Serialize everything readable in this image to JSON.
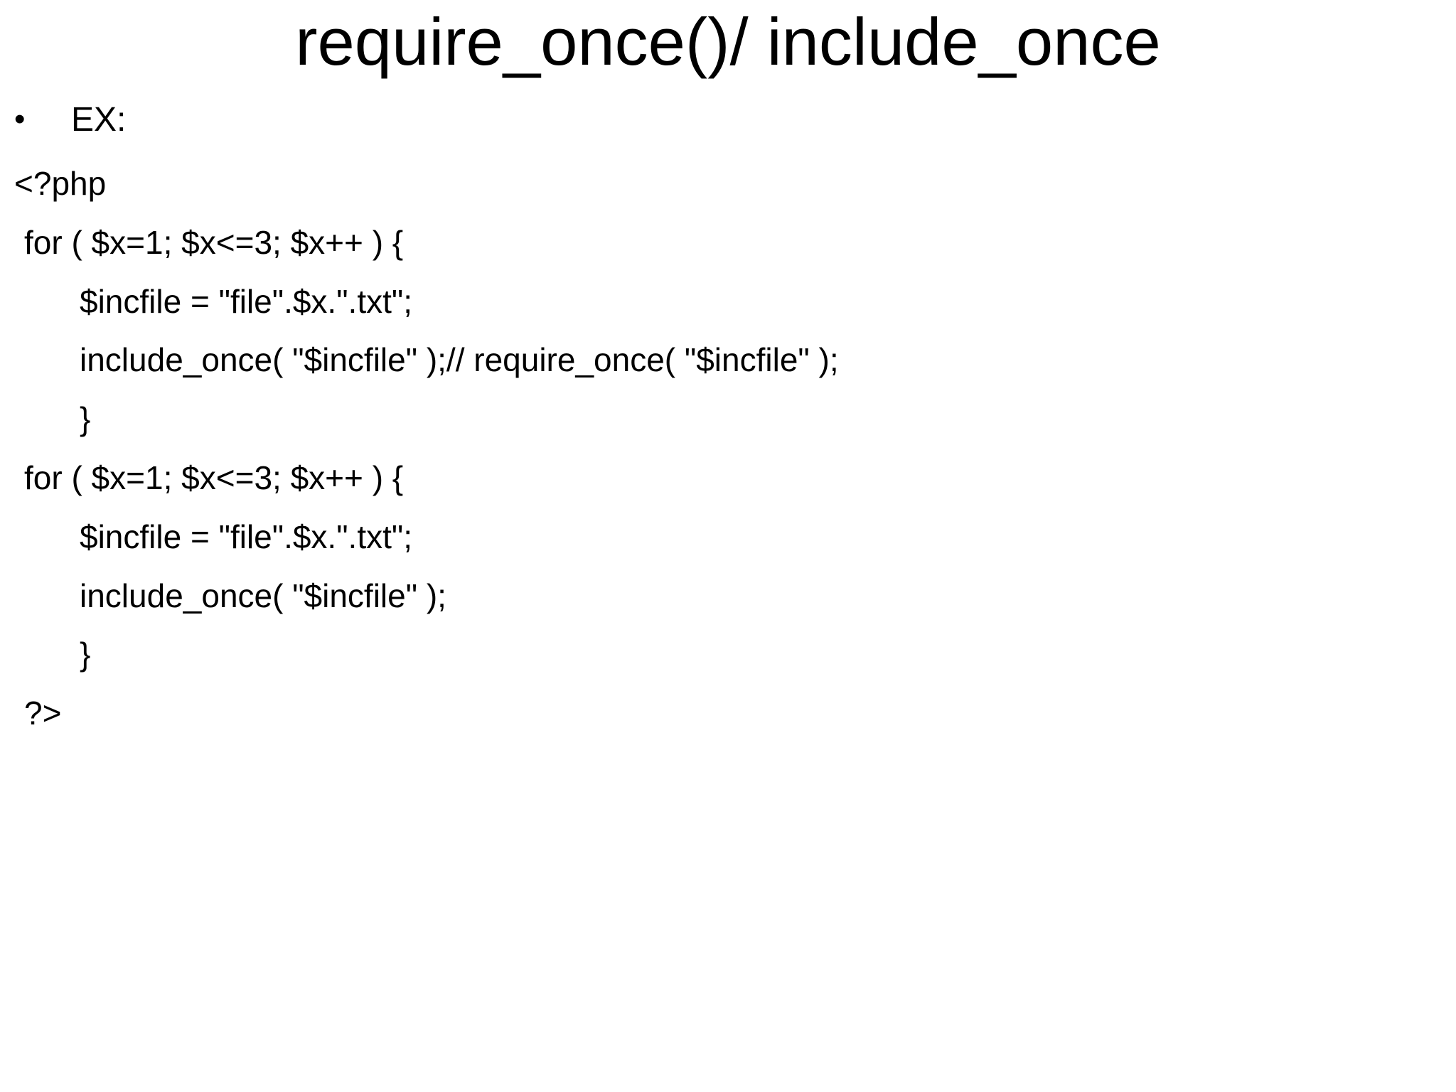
{
  "slide": {
    "title": "require_once()/ include_once",
    "bullet": {
      "marker": "•",
      "label": "EX:"
    },
    "code_lines": [
      {
        "text": "<?php",
        "indent": 0
      },
      {
        "text": "for ( $x=1; $x<=3; $x++ ) {",
        "indent": 1
      },
      {
        "text": "$incfile = \"file\".$x.\".txt\";",
        "indent": 2
      },
      {
        "text": "include_once( \"$incfile\" );// require_once( \"$incfile\" );",
        "indent": 2
      },
      {
        "text": "}",
        "indent": 2
      },
      {
        "text": "for ( $x=1; $x<=3; $x++ ) {",
        "indent": 1
      },
      {
        "text": "$incfile = \"file\".$x.\".txt\";",
        "indent": 2
      },
      {
        "text": "include_once( \"$incfile\" );",
        "indent": 2
      },
      {
        "text": "}",
        "indent": 2
      },
      {
        "text": "?>",
        "indent": 1
      }
    ]
  }
}
